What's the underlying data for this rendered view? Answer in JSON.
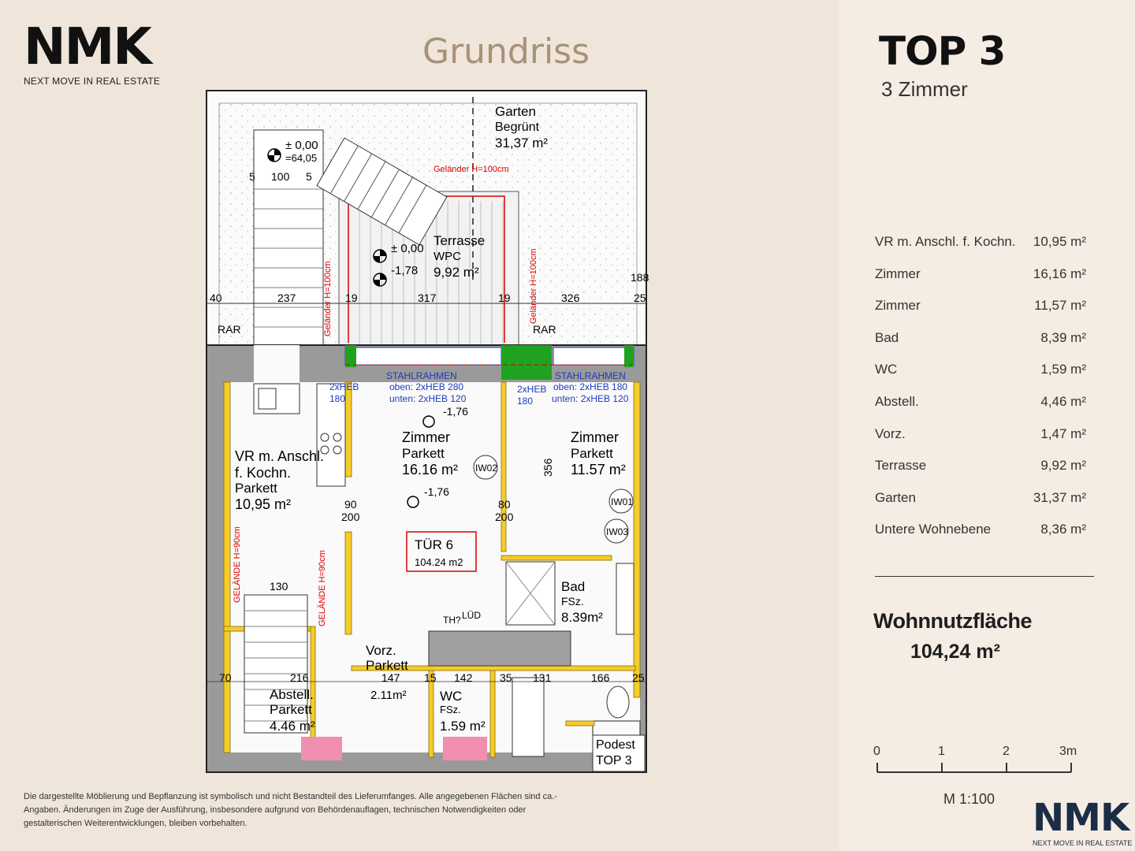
{
  "brand": {
    "logo": "NMK",
    "tagline": "NEXT MOVE IN REAL ESTATE"
  },
  "page_title": "Grundriss",
  "unit": {
    "title": "TOP 3",
    "subtitle": "3 Zimmer"
  },
  "rooms": [
    {
      "name": "VR m. Anschl. f. Kochn.",
      "area": "10,95 m²"
    },
    {
      "name": "Zimmer",
      "area": "16,16 m²"
    },
    {
      "name": "Zimmer",
      "area": "11,57 m²"
    },
    {
      "name": "Bad",
      "area": "8,39 m²"
    },
    {
      "name": "WC",
      "area": "1,59 m²"
    },
    {
      "name": "Abstell.",
      "area": "4,46 m²"
    },
    {
      "name": "Vorz.",
      "area": "1,47 m²"
    },
    {
      "name": "Terrasse",
      "area": "9,92 m²"
    },
    {
      "name": "Garten",
      "area": "31,37 m²"
    },
    {
      "name": "Untere Wohnebene",
      "area": "8,36 m²"
    }
  ],
  "living_area": {
    "label": "Wohnnutzfläche",
    "value": "104,24 m²"
  },
  "scale": {
    "ticks": [
      "0",
      "1",
      "2",
      "3m"
    ],
    "label": "M 1:100"
  },
  "disclaimer": "Die dargestellte Möblierung und Bepflanzung ist symbolisch und nicht Bestandteil des Lieferumfanges. Alle angegebenen Flächen sind ca.-Angaben. Änderungen im Zuge der Ausführung, insbesondere aufgrund von Behördenauflagen, technischen Notwendigkeiten oder gestalterischen Weiterentwicklungen, bleiben vorbehalten.",
  "plan": {
    "garten": [
      "Garten",
      "Begrünt",
      "31,37 m²"
    ],
    "terrasse": [
      "Terrasse",
      "WPC",
      "9,92 m²"
    ],
    "level_top": [
      "± 0,00",
      "=64,05"
    ],
    "level_terr": [
      "± 0,00",
      "-1,78"
    ],
    "gelaender_top": "Geländer H=100cm",
    "gelaender_right": "Geländer H=100cm",
    "gelaender_left": "Geländer H=100cm",
    "dims_row": [
      "40",
      "237",
      "19",
      "317",
      "19",
      "326",
      "25",
      "188"
    ],
    "rar1": "RAR",
    "rar2": "RAR",
    "stahl1": [
      "STAHLRAHMEN",
      "oben: 2xHEB 280",
      "unten: 2xHEB 120"
    ],
    "stahl2": [
      "STAHLRAHMEN",
      "oben: 2xHEB 180",
      "unten: 2xHEB 120"
    ],
    "heb1": [
      "2xHEB",
      "180"
    ],
    "heb2": [
      "2xHEB",
      "180"
    ],
    "vr": [
      "VR m. Anschl.",
      "f. Kochn.",
      "Parkett",
      "10,95 m²"
    ],
    "zimmer1": [
      "Zimmer",
      "Parkett",
      "16.16 m²"
    ],
    "zimmer2": [
      "Zimmer",
      "Parkett",
      "11.57 m²"
    ],
    "level1": "-1,76",
    "level2": "-1,76",
    "iw02": "IW02",
    "iw01": "IW01",
    "iw03": "IW03",
    "tuer": [
      "TÜR 6",
      "104.24 m2"
    ],
    "door1": [
      "90",
      "200"
    ],
    "door2": [
      "80",
      "200"
    ],
    "dim356": "356",
    "bad": [
      "Bad",
      "FSz.",
      "8.39m²"
    ],
    "vorz": [
      "Vorz.",
      "Parkett"
    ],
    "abstell": [
      "Abstell.",
      "Parkett",
      "4.46 m²"
    ],
    "wc": [
      "WC",
      "FSz.",
      "1.59 m²"
    ],
    "area_mid": "2.11m²",
    "podest": [
      "Podest",
      "TOP 3"
    ],
    "gelaende1": "GELÄNDE H=90cm",
    "gelaende2": "GELÄNDE H=90cm",
    "bottom_dims": [
      "70",
      "216",
      "147",
      "15",
      "142",
      "35",
      "131",
      "166",
      "25"
    ],
    "th": "TH?",
    "lued": "LÜD",
    "dim130": "130",
    "dim100": "100",
    "dim5a": "5",
    "dim5b": "5"
  }
}
